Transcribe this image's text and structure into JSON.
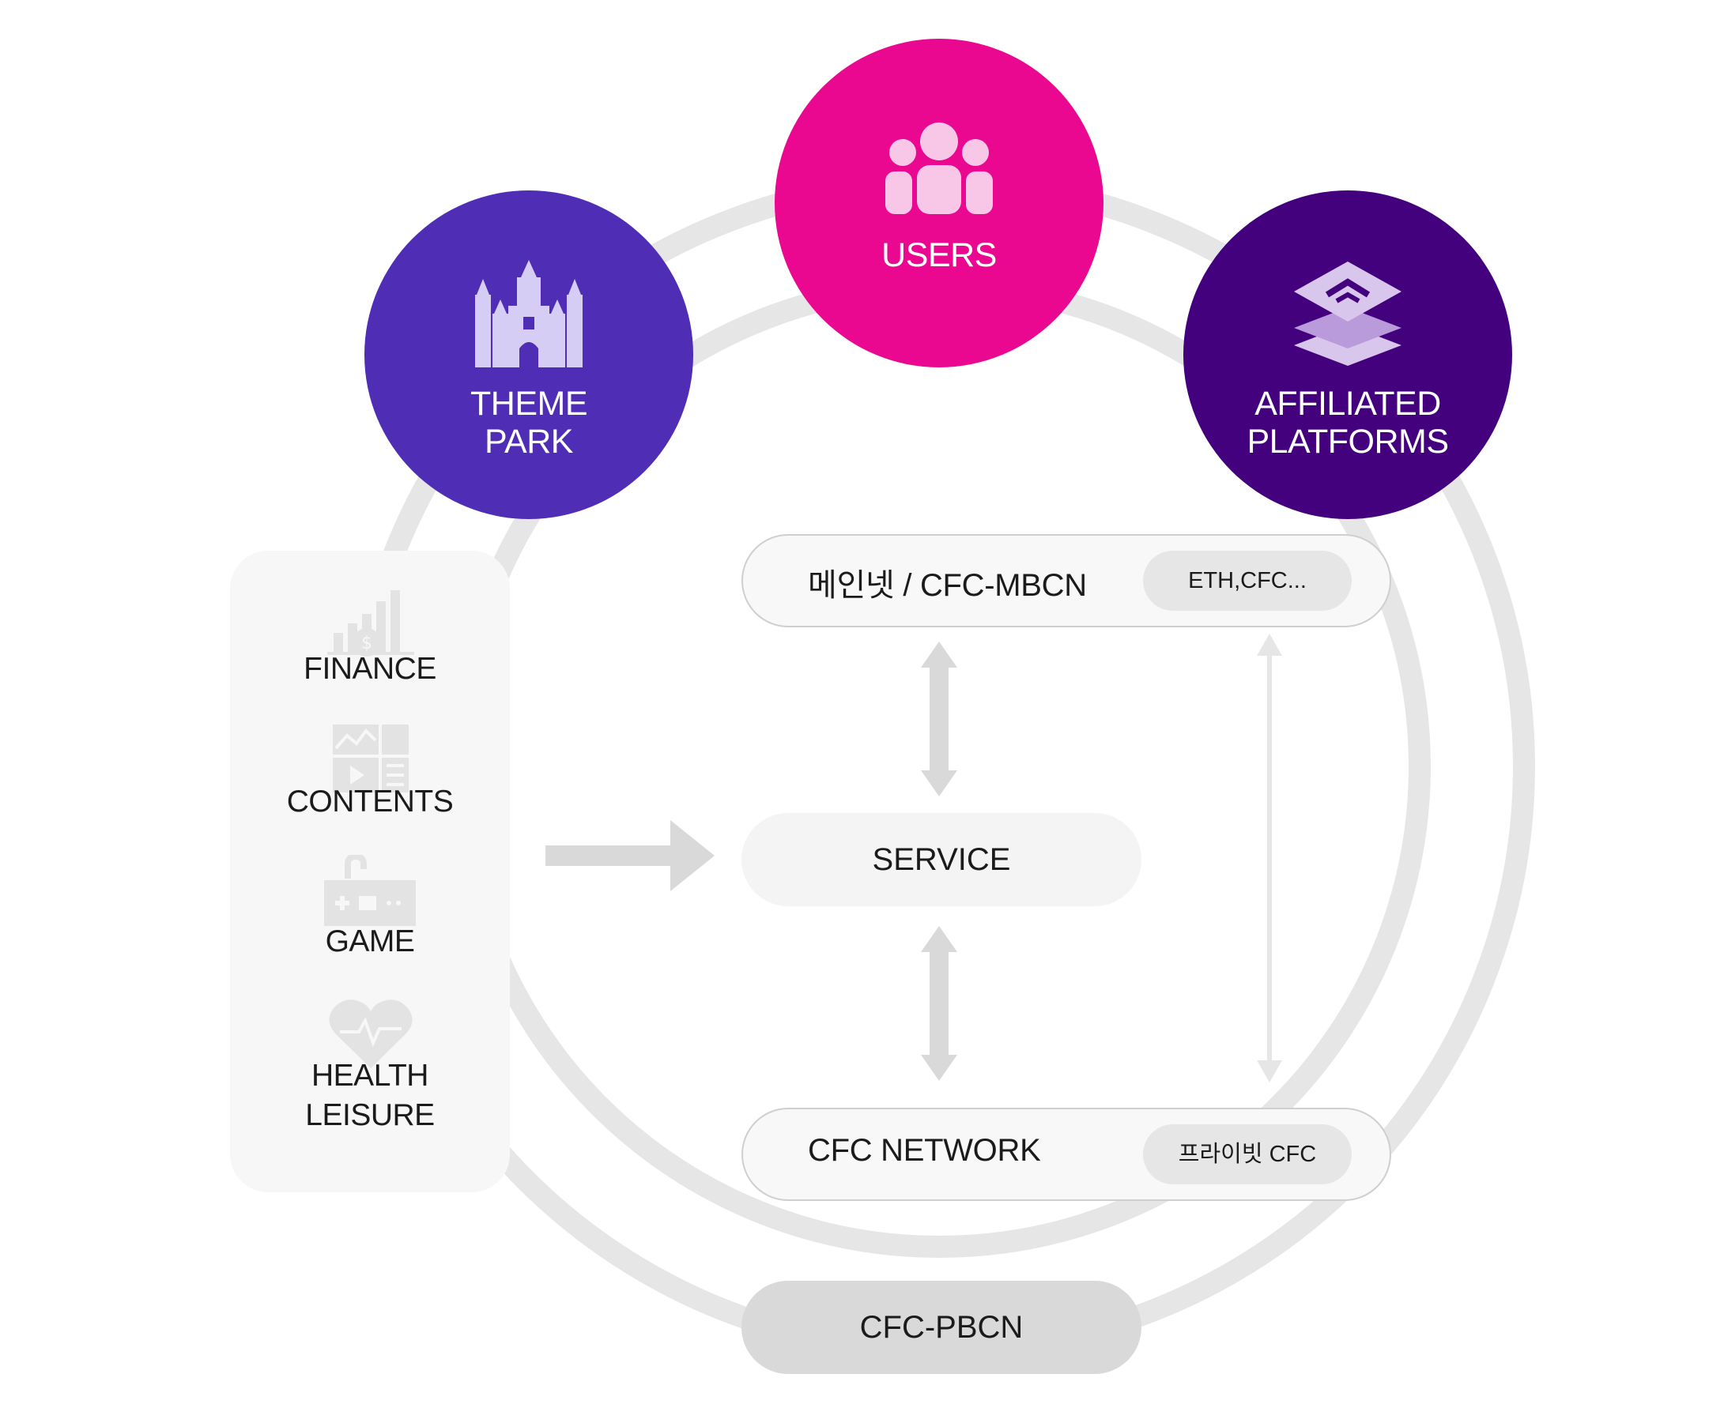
{
  "nodes": {
    "theme_park": {
      "label": "THEME\nPARK",
      "color": "#4f2db5",
      "icon": "castle-icon"
    },
    "users": {
      "label": "USERS",
      "color": "#ea0890",
      "icon": "users-group-icon"
    },
    "affiliated_platforms": {
      "label": "AFFILIATED\nPLATFORMS",
      "color": "#43017d",
      "icon": "layers-stack-icon"
    }
  },
  "categories": [
    {
      "label": "FINANCE",
      "icon": "finance-chart-icon"
    },
    {
      "label": "CONTENTS",
      "icon": "contents-media-icon"
    },
    {
      "label": "GAME",
      "icon": "game-controller-icon"
    },
    {
      "label": "HEALTH\nLEISURE",
      "icon": "heart-pulse-icon"
    }
  ],
  "mainnet": {
    "title": "메인넷 / CFC-MBCN",
    "tag": "ETH,CFC..."
  },
  "service": {
    "label": "SERVICE"
  },
  "cfc_network": {
    "title": "CFC NETWORK",
    "tag": "프라이빗 CFC"
  },
  "pbcn": {
    "label": "CFC-PBCN"
  },
  "colors": {
    "ring": "#e6e6e6",
    "arrow": "#d9d9d9",
    "text": "#1b1b1b",
    "panel": "#f7f7f7"
  }
}
